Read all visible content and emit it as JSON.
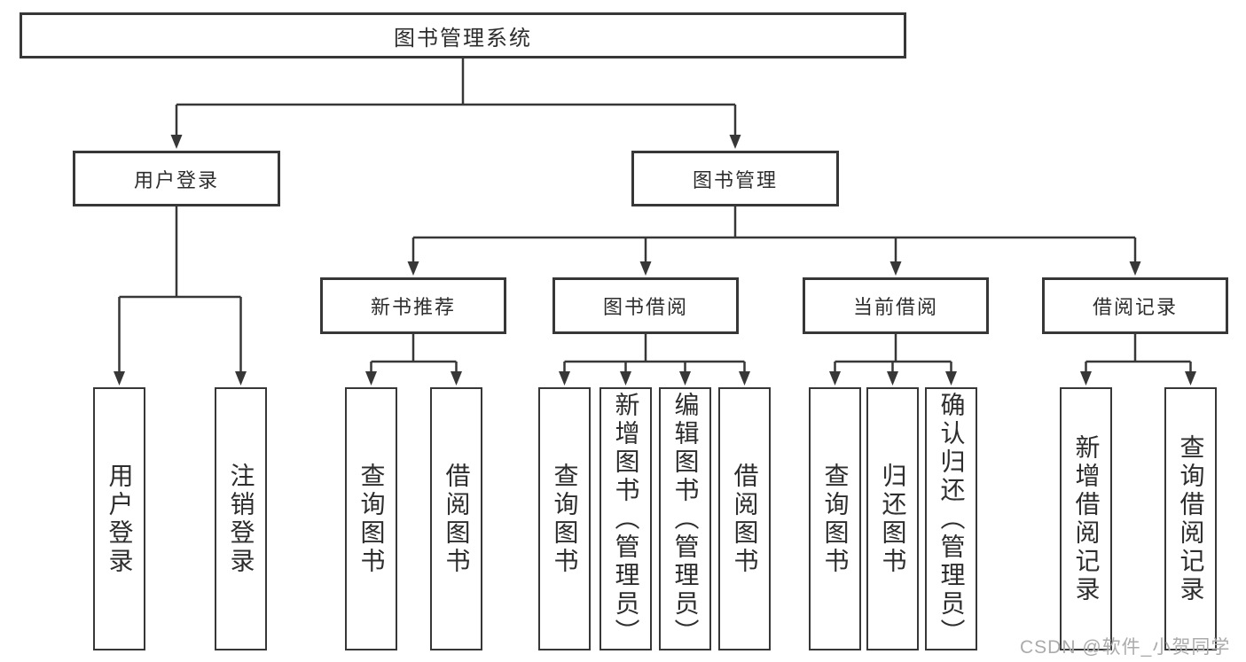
{
  "diagram": {
    "type": "hierarchy-tree",
    "root": {
      "label": "图书管理系统",
      "children": [
        {
          "label": "用户登录",
          "children": [
            {
              "label": "用户登录"
            },
            {
              "label": "注销登录"
            }
          ]
        },
        {
          "label": "图书管理",
          "children": [
            {
              "label": "新书推荐",
              "children": [
                {
                  "label": "查询图书"
                },
                {
                  "label": "借阅图书"
                }
              ]
            },
            {
              "label": "图书借阅",
              "children": [
                {
                  "label": "查询图书"
                },
                {
                  "label": "新增图书（管理员）"
                },
                {
                  "label": "编辑图书（管理员）"
                },
                {
                  "label": "借阅图书"
                }
              ]
            },
            {
              "label": "当前借阅",
              "children": [
                {
                  "label": "查询图书"
                },
                {
                  "label": "归还图书"
                },
                {
                  "label": "确认归还（管理员）"
                }
              ]
            },
            {
              "label": "借阅记录",
              "children": [
                {
                  "label": "新增借阅记录"
                },
                {
                  "label": "查询借阅记录"
                }
              ]
            }
          ]
        }
      ]
    }
  },
  "watermark": {
    "text": "CSDN @软件_小贺同学",
    "color": "#ababab"
  },
  "colors": {
    "line": "#373737",
    "box_border": "#373737",
    "text": "#2d2d2d",
    "background": "#ffffff"
  }
}
